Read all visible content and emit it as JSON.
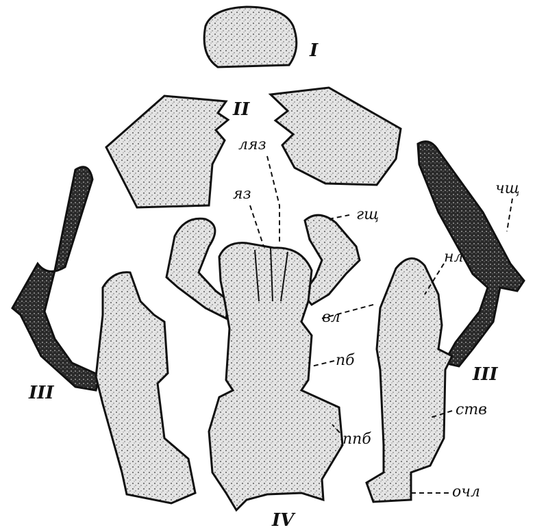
{
  "labels": {
    "roman_I": "I",
    "roman_II": "II",
    "roman_III_left": "III",
    "roman_III_right": "III",
    "roman_IV": "IV",
    "lyaz": "ляз",
    "yaz": "яз",
    "gshch": "гщ",
    "chshch": "чщ",
    "nl": "нл",
    "vl": "вл",
    "pb": "пб",
    "ppb": "ппб",
    "stv": "ств",
    "ochl": "очл"
  },
  "colors": {
    "ink": "#111111",
    "body_fill": "#d6d6d6",
    "dark_fill": "#2a2a2a",
    "background": "#ffffff"
  }
}
